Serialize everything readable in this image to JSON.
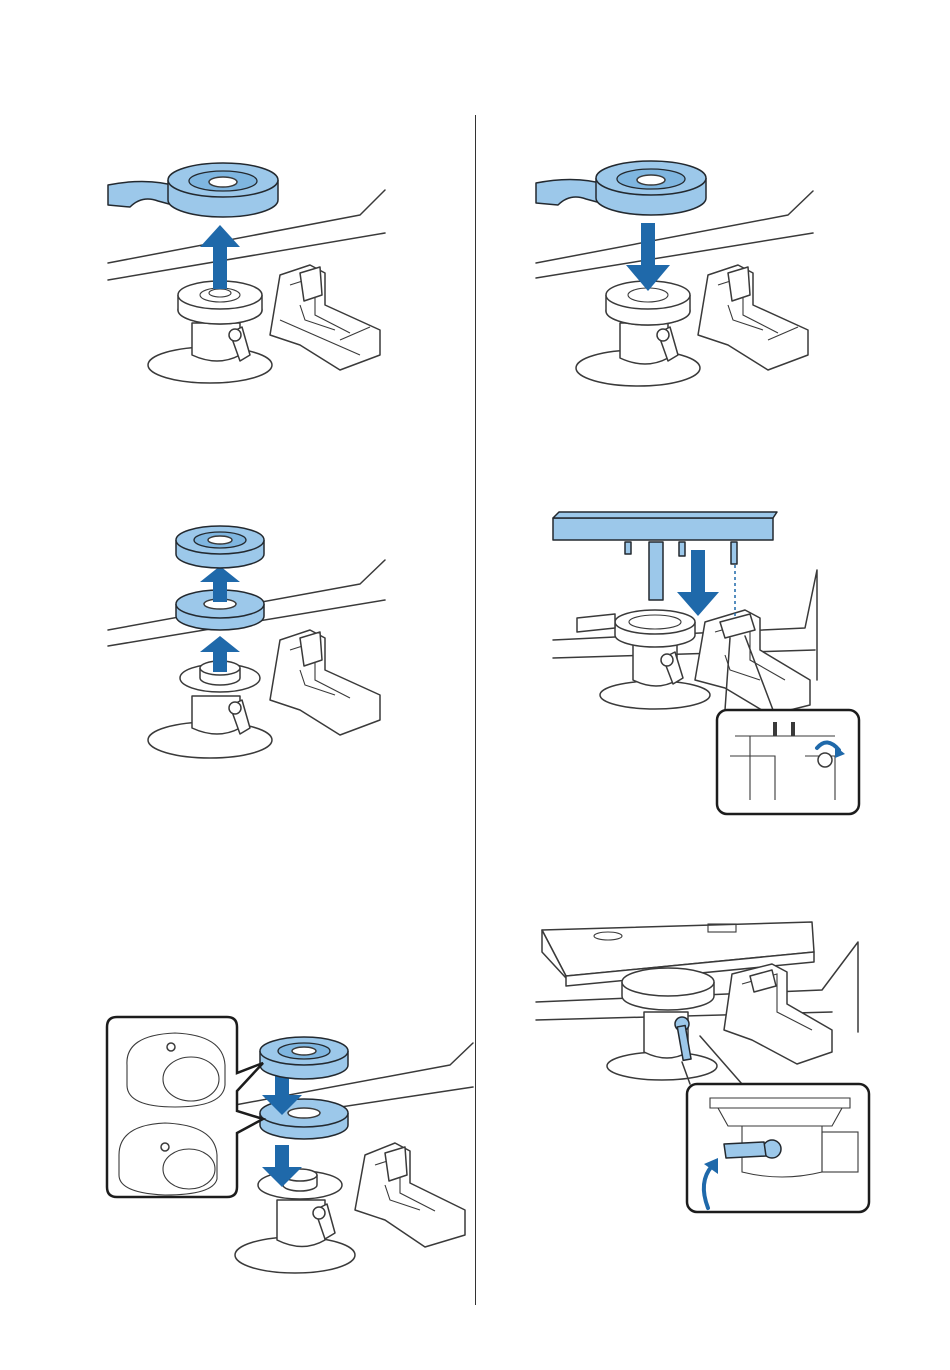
{
  "colors": {
    "part_blue": "#9cc8ea",
    "arrow_blue": "#1f69aa",
    "line": "#3a3a3a",
    "background": "#ffffff"
  },
  "figures": [
    {
      "id": "fig-1",
      "depicts": "raise-spacer-arrow-up"
    },
    {
      "id": "fig-2",
      "depicts": "lower-spacer-arrow-down"
    },
    {
      "id": "fig-3",
      "depicts": "remove-two-rings-arrows-up"
    },
    {
      "id": "fig-4",
      "depicts": "attach-platen-with-zoom-inset"
    },
    {
      "id": "fig-5",
      "depicts": "place-two-rings-with-zoom-inset"
    },
    {
      "id": "fig-6",
      "depicts": "tighten-lever-with-zoom-inset"
    }
  ]
}
